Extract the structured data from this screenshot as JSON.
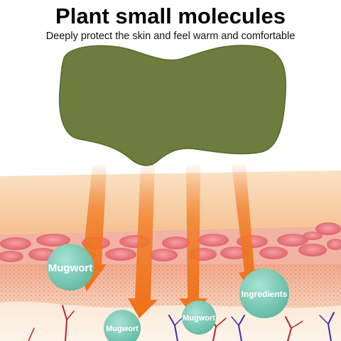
{
  "title": "Plant small molecules",
  "subtitle": "Deeply protect the skin and feel warm and comfortable",
  "labels": {
    "mugwort_left": "Mugwort",
    "mugwort_center": "Mugwort",
    "mugwort_right": "Mugwort",
    "ingredients": "Ingredients"
  },
  "colors": {
    "patch": "#6d7d3d",
    "arrow": "#f07a21",
    "bubble": "#7ccbb6",
    "skin_top": "#f6c79a",
    "dermis": "#f3b79e",
    "cell": "#e8747c",
    "vein": "#3b2bb0",
    "artery": "#c2202a"
  }
}
